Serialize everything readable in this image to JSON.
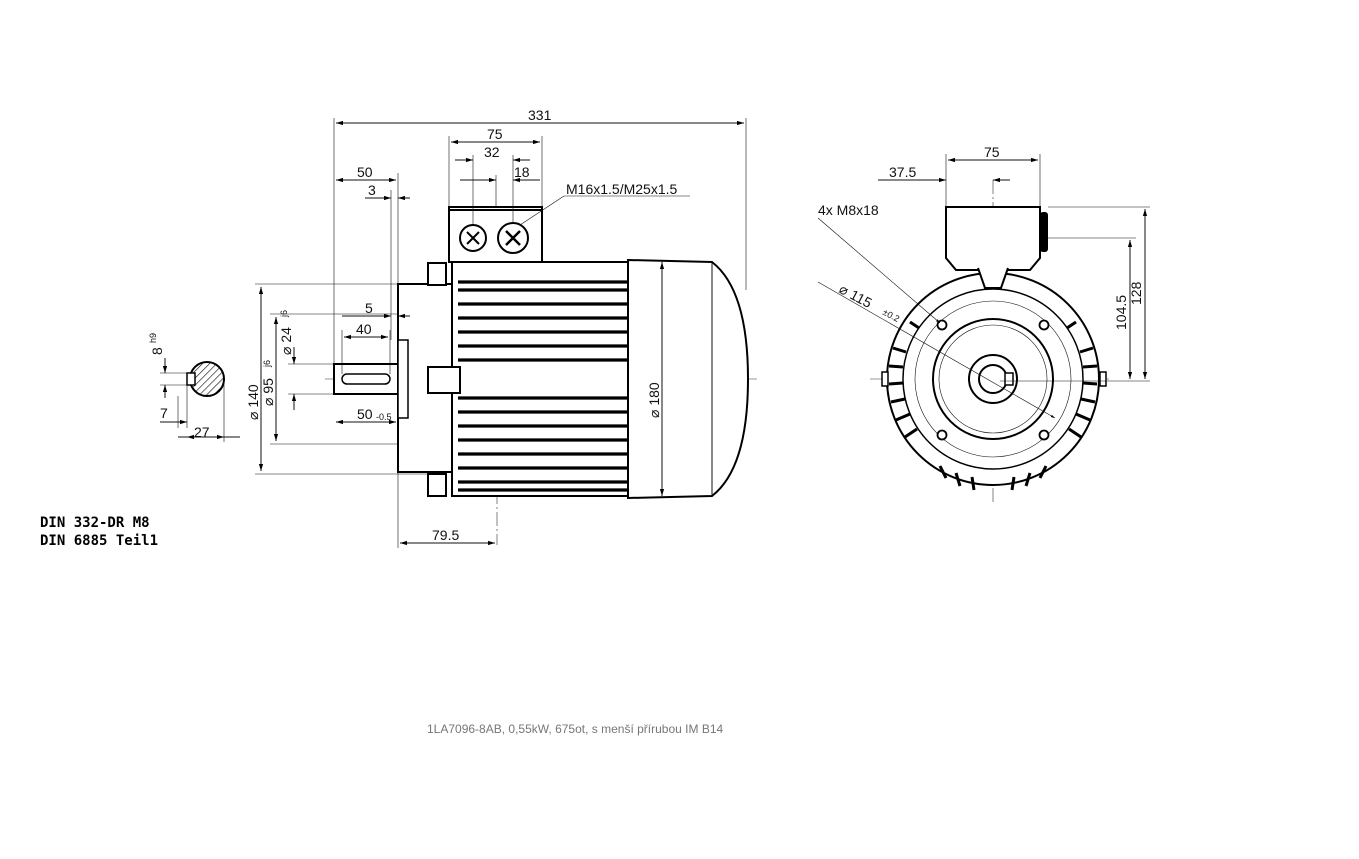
{
  "dimensions": {
    "overall_length": "331",
    "terminal_box_width": "75",
    "gland_spacing": "32",
    "gland_offset": "18",
    "shaft_to_flange": "50",
    "flange_step": "3",
    "key_offset": "5",
    "key_length": "40",
    "shaft_length": "50",
    "shaft_length_tol": "-0.5",
    "flange_to_box": "79.5",
    "flange_diameter": "⌀ 140",
    "spigot_diameter": "⌀ 95",
    "spigot_tol": "j6",
    "shaft_diameter": "⌀ 24",
    "shaft_tol": "j6",
    "frame_diameter": "⌀ 180",
    "cable_glands": "M16x1.5/M25x1.5",
    "key_width": "8",
    "key_width_tol": "h9",
    "key_depth": "7",
    "shaft_height": "27",
    "end_view_box_offset": "37.5",
    "end_view_box_width": "75",
    "mounting_holes": "4x M8x18",
    "bolt_circle": "⌀ 115",
    "bolt_circle_tol": "±0.2",
    "height_to_box": "104.5",
    "height_total": "128"
  },
  "standards": {
    "line1": "DIN 332-DR M8",
    "line2": "DIN 6885 Teil1"
  },
  "caption": "1LA7096-8AB,  0,55kW, 675ot, s menší přírubou IM B14"
}
